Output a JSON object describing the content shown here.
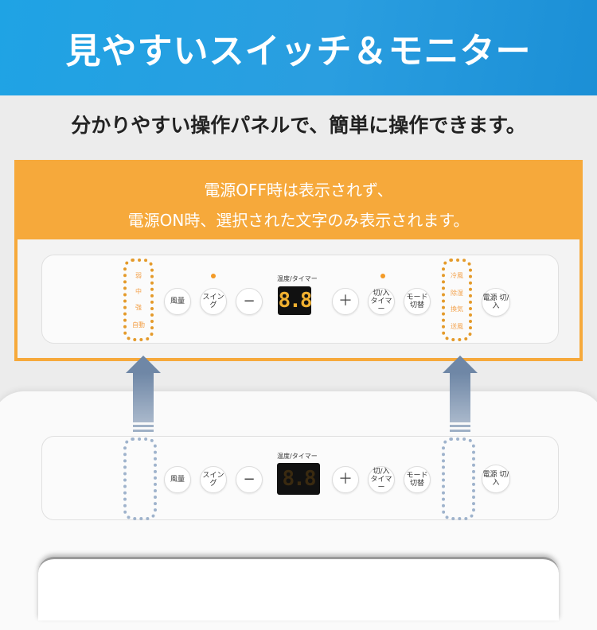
{
  "banner": {
    "title": "見やすいスイッチ＆モニター"
  },
  "subtitle": "分かりやすい操作パネルで、簡単に操作できます。",
  "callout": {
    "line1": "電源OFF時は表示されず、",
    "line2": "電源ON時、選択された文字のみ表示されます。"
  },
  "panel": {
    "fan_levels": [
      "弱",
      "中",
      "強",
      "自動"
    ],
    "modes": [
      "冷風",
      "除湿",
      "換気",
      "送風"
    ],
    "buttons": {
      "fan": "風量",
      "swing": "スイング",
      "minus": "−",
      "plus": "＋",
      "timer": "切/入 タイマー",
      "mode": "モード 切替",
      "power": "電源 切/入"
    },
    "display_label": "温度/タイマー",
    "display_value": "8.8"
  },
  "colors": {
    "banner": "#1fa3e4",
    "accent": "#f6a93b",
    "arrow": "#6f87a6"
  }
}
